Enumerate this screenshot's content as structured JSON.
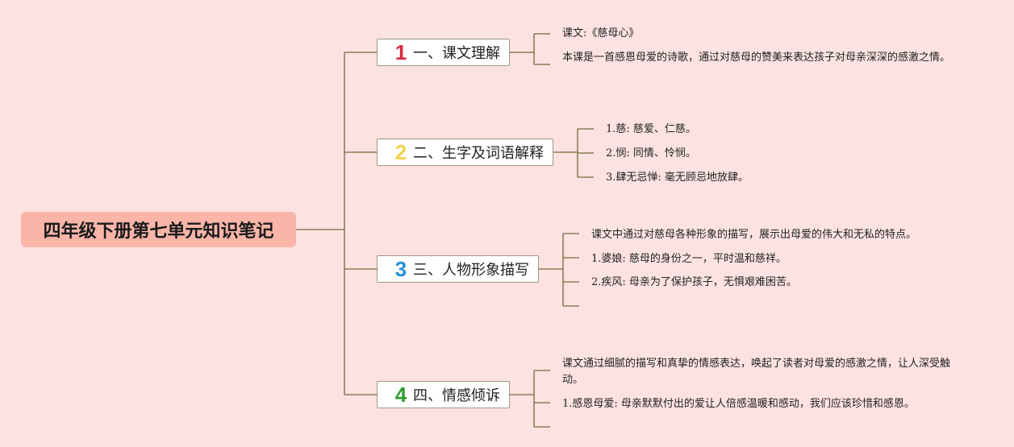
{
  "root": {
    "title": "四年级下册第七单元知识笔记"
  },
  "colors": {
    "background": "#fde2e2",
    "root_fill": "#f8b5a8",
    "connector": "#6e6b3a",
    "num1": "#d92b3a",
    "num2": "#f2d24a",
    "num3": "#2a8fd6",
    "num4": "#2e9e2e"
  },
  "branches": [
    {
      "number": "1",
      "label": "一、课文理解",
      "leaves": [
        "课文:《慈母心》",
        "本课是一首感恩母爱的诗歌，通过对慈母的赞美来表达孩子对母亲深深的感激之情。"
      ]
    },
    {
      "number": "2",
      "label": "二、生字及词语解释",
      "leaves": [
        "1.慈: 慈爱、仁慈。",
        "2.悯: 同情、怜悯。",
        "3.肆无忌惮: 毫无顾忌地放肆。"
      ]
    },
    {
      "number": "3",
      "label": "三、人物形象描写",
      "leaves": [
        "课文中通过对慈母各种形象的描写，展示出母爱的伟大和无私的特点。",
        "1.婆娘: 慈母的身份之一，平时温和慈祥。",
        "2.疾风: 母亲为了保护孩子，无惧艰难困苦。"
      ]
    },
    {
      "number": "4",
      "label": "四、情感倾诉",
      "leaves": [
        "课文通过细腻的描写和真挚的情感表达，唤起了读者对母爱的感激之情，让人深受触动。",
        "1.感恩母爱: 母亲默默付出的爱让人倍感温暖和感动，我们应该珍惜和感恩。"
      ]
    }
  ]
}
